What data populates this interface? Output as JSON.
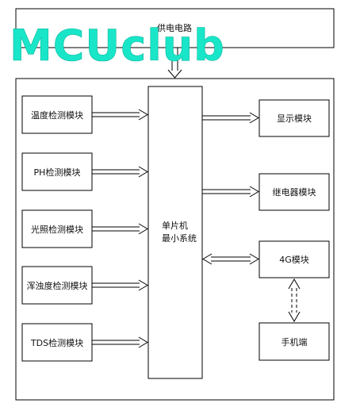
{
  "power_supply": "供电电路",
  "watermark": "MCUclub",
  "mcu_line1": "单片机",
  "mcu_line2": "最小系统",
  "sensors": [
    "温度检测模块",
    "PH检测模块",
    "光照检测模块",
    "浑浊度检测模块",
    "TDS检测模块"
  ],
  "outputs": [
    "显示模块",
    "继电器模块",
    "4G模块"
  ],
  "phone": "手机端",
  "colors": {
    "line": "#000000",
    "watermark": "#19e6c8"
  }
}
